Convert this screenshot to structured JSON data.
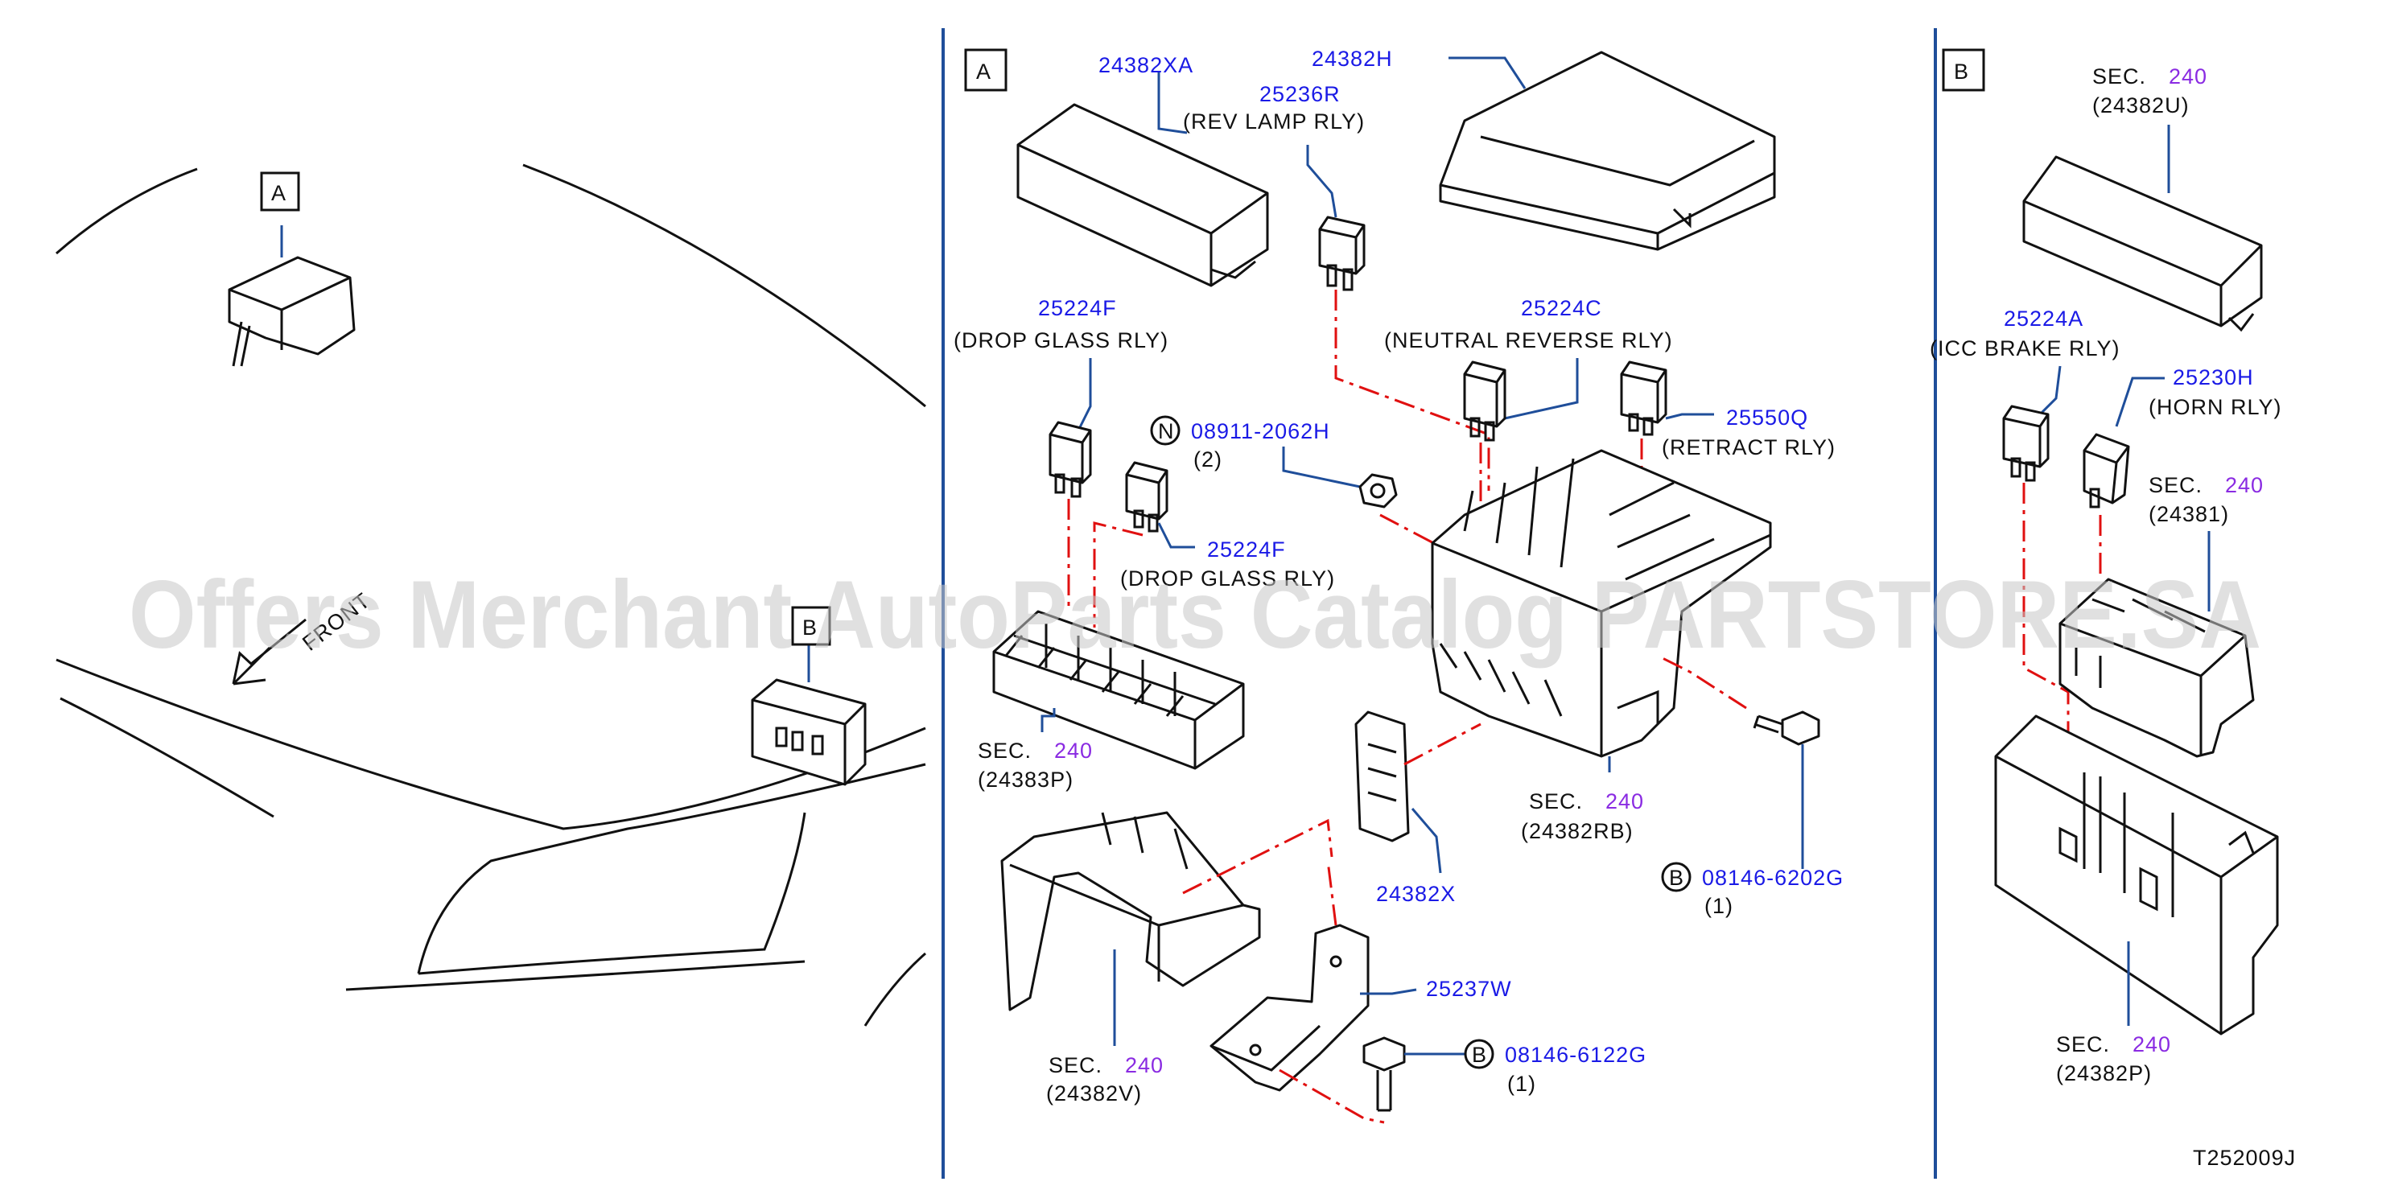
{
  "drawing_id": "T252009J",
  "watermark": "Offers Merchant AutoParts Catalog PARTSTORE.SA",
  "views": {
    "a": "A",
    "b": "B"
  },
  "front_label": "FRONT",
  "colors": {
    "part_number": "#1a1ae6",
    "section": "#8a2be2",
    "leader": "#1f4e9a",
    "hidden_line": "#e01010"
  },
  "callouts": {
    "p24382xa": "24382XA",
    "p24382h": "24382H",
    "p25236r": "25236R",
    "p25236r_desc": "(REV LAMP RLY)",
    "p25224f_top": "25224F",
    "p25224f_top_desc": "(DROP GLASS RLY)",
    "p25224c": "25224C",
    "p25224c_desc": "(NEUTRAL REVERSE RLY)",
    "p08911": "08911-2062H",
    "p08911_qty": "(2)",
    "p08911_sym": "N",
    "p25550q": "25550Q",
    "p25550q_desc": "(RETRACT RLY)",
    "p25224f_mid": "25224F",
    "p25224f_mid_desc": "(DROP GLASS RLY)",
    "sec_word": "SEC.",
    "sec_num": "240",
    "sec_24383p": "(24383P)",
    "sec_24382rb": "(24382RB)",
    "p24382x": "24382X",
    "p08146_6202g": "08146-6202G",
    "p08146_6202g_qty": "(1)",
    "bolt_sym": "B",
    "p25237w": "25237W",
    "p08146_6122g": "08146-6122G",
    "p08146_6122g_qty": "(1)",
    "sec_24382v": "(24382V)",
    "sec_24382u": "(24382U)",
    "p25224a": "25224A",
    "p25224a_desc": "(ICC BRAKE RLY)",
    "p25230h": "25230H",
    "p25230h_desc": "(HORN RLY)",
    "sec_24381": "(24381)",
    "sec_24382p": "(24382P)"
  }
}
